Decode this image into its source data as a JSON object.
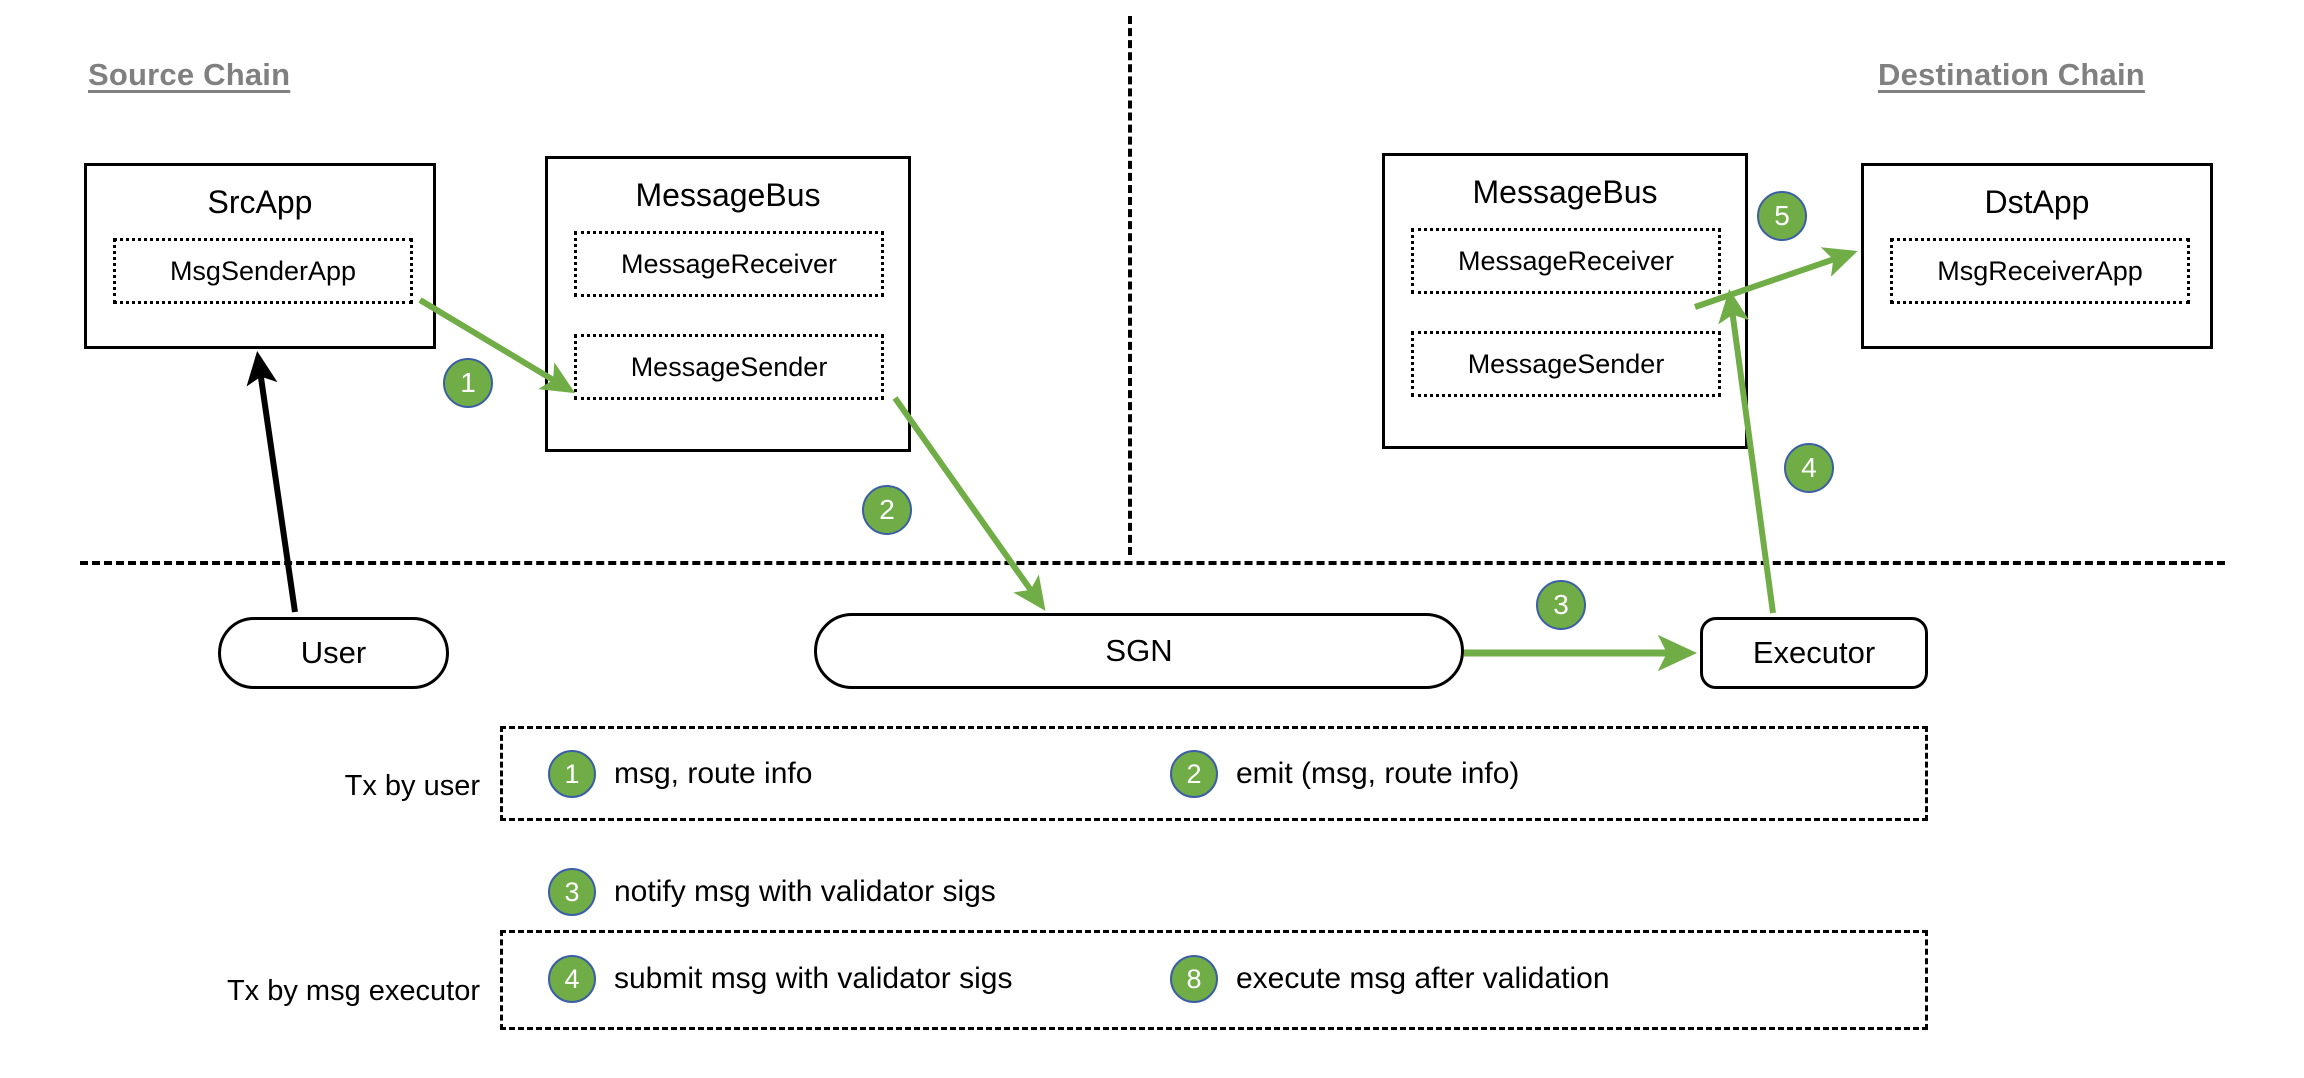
{
  "chains": {
    "source_label": "Source Chain",
    "destination_label": "Destination Chain"
  },
  "components": {
    "src_app": {
      "title": "SrcApp",
      "sub": "MsgSenderApp"
    },
    "message_bus_source": {
      "title": "MessageBus",
      "receiver": "MessageReceiver",
      "sender": "MessageSender"
    },
    "message_bus_destination": {
      "title": "MessageBus",
      "receiver": "MessageReceiver",
      "sender": "MessageSender"
    },
    "dst_app": {
      "title": "DstApp",
      "sub": "MsgReceiverApp"
    }
  },
  "actors": {
    "user": "User",
    "sgn": "SGN",
    "executor": "Executor"
  },
  "steps": {
    "s1": "1",
    "s2": "2",
    "s3": "3",
    "s4": "4",
    "s5": "5",
    "s8": "8"
  },
  "legend": {
    "row_user_label": "Tx by user",
    "row_executor_label": "Tx by msg executor",
    "items": [
      {
        "num": "1",
        "text": "msg, route info"
      },
      {
        "num": "2",
        "text": "emit (msg, route info)"
      },
      {
        "num": "3",
        "text": "notify msg with validator sigs"
      },
      {
        "num": "4",
        "text": "submit msg with validator sigs"
      },
      {
        "num": "8",
        "text": "execute msg after validation"
      }
    ]
  },
  "colors": {
    "badge_fill": "#70AD47",
    "badge_stroke": "#3B5EA5",
    "arrow_green": "#70AD47",
    "arrow_black": "#000000",
    "chain_label": "#808080"
  }
}
